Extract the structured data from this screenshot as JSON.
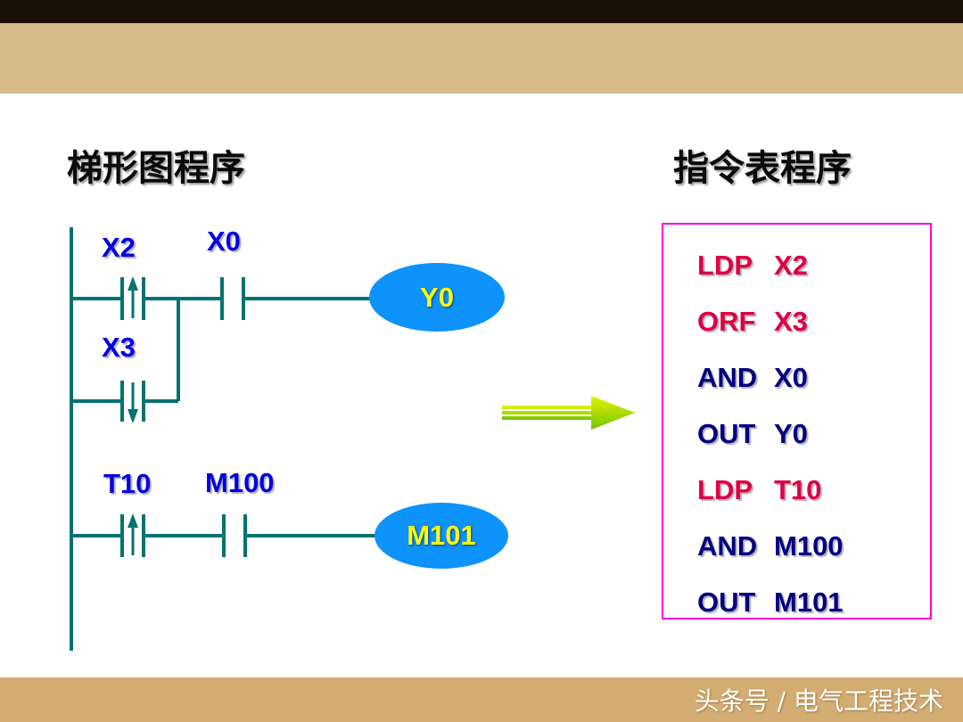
{
  "titles": {
    "ladder": "梯形图程序",
    "instruction": "指令表程序"
  },
  "ladder": {
    "labels": {
      "x2": "X2",
      "x0": "X0",
      "x3": "X3",
      "t10": "T10",
      "m100": "M100"
    },
    "outputs": {
      "y0": "Y0",
      "m101": "M101"
    },
    "line_color": "#007272",
    "label_color": "#0000e0",
    "coil_fill": "#0d93fb",
    "coil_text_color": "#ffff00"
  },
  "instructions": {
    "border_color": "#ff00dd",
    "red_color": "#dd0045",
    "navy_color": "#000080",
    "lines": [
      {
        "opcode": "LDP",
        "operand": "X2"
      },
      {
        "opcode": "ORF",
        "operand": "X3"
      },
      {
        "opcode": "AND",
        "operand": "X0"
      },
      {
        "opcode": "OUT",
        "operand": "Y0"
      },
      {
        "opcode": "LDP",
        "operand": "T10"
      },
      {
        "opcode": "AND",
        "operand": "M100"
      },
      {
        "opcode": "OUT",
        "operand": "M101"
      }
    ]
  },
  "arrow": {
    "gradient_top": "#e6f200",
    "gradient_bottom": "#74c400"
  },
  "header": {
    "dark_bar_color": "#1a1006",
    "band_color": "#d8bb8a"
  },
  "footer": {
    "text": "头条号 / 电气工程技术",
    "band_color": "#d3ac72",
    "text_color": "#ffffff"
  }
}
